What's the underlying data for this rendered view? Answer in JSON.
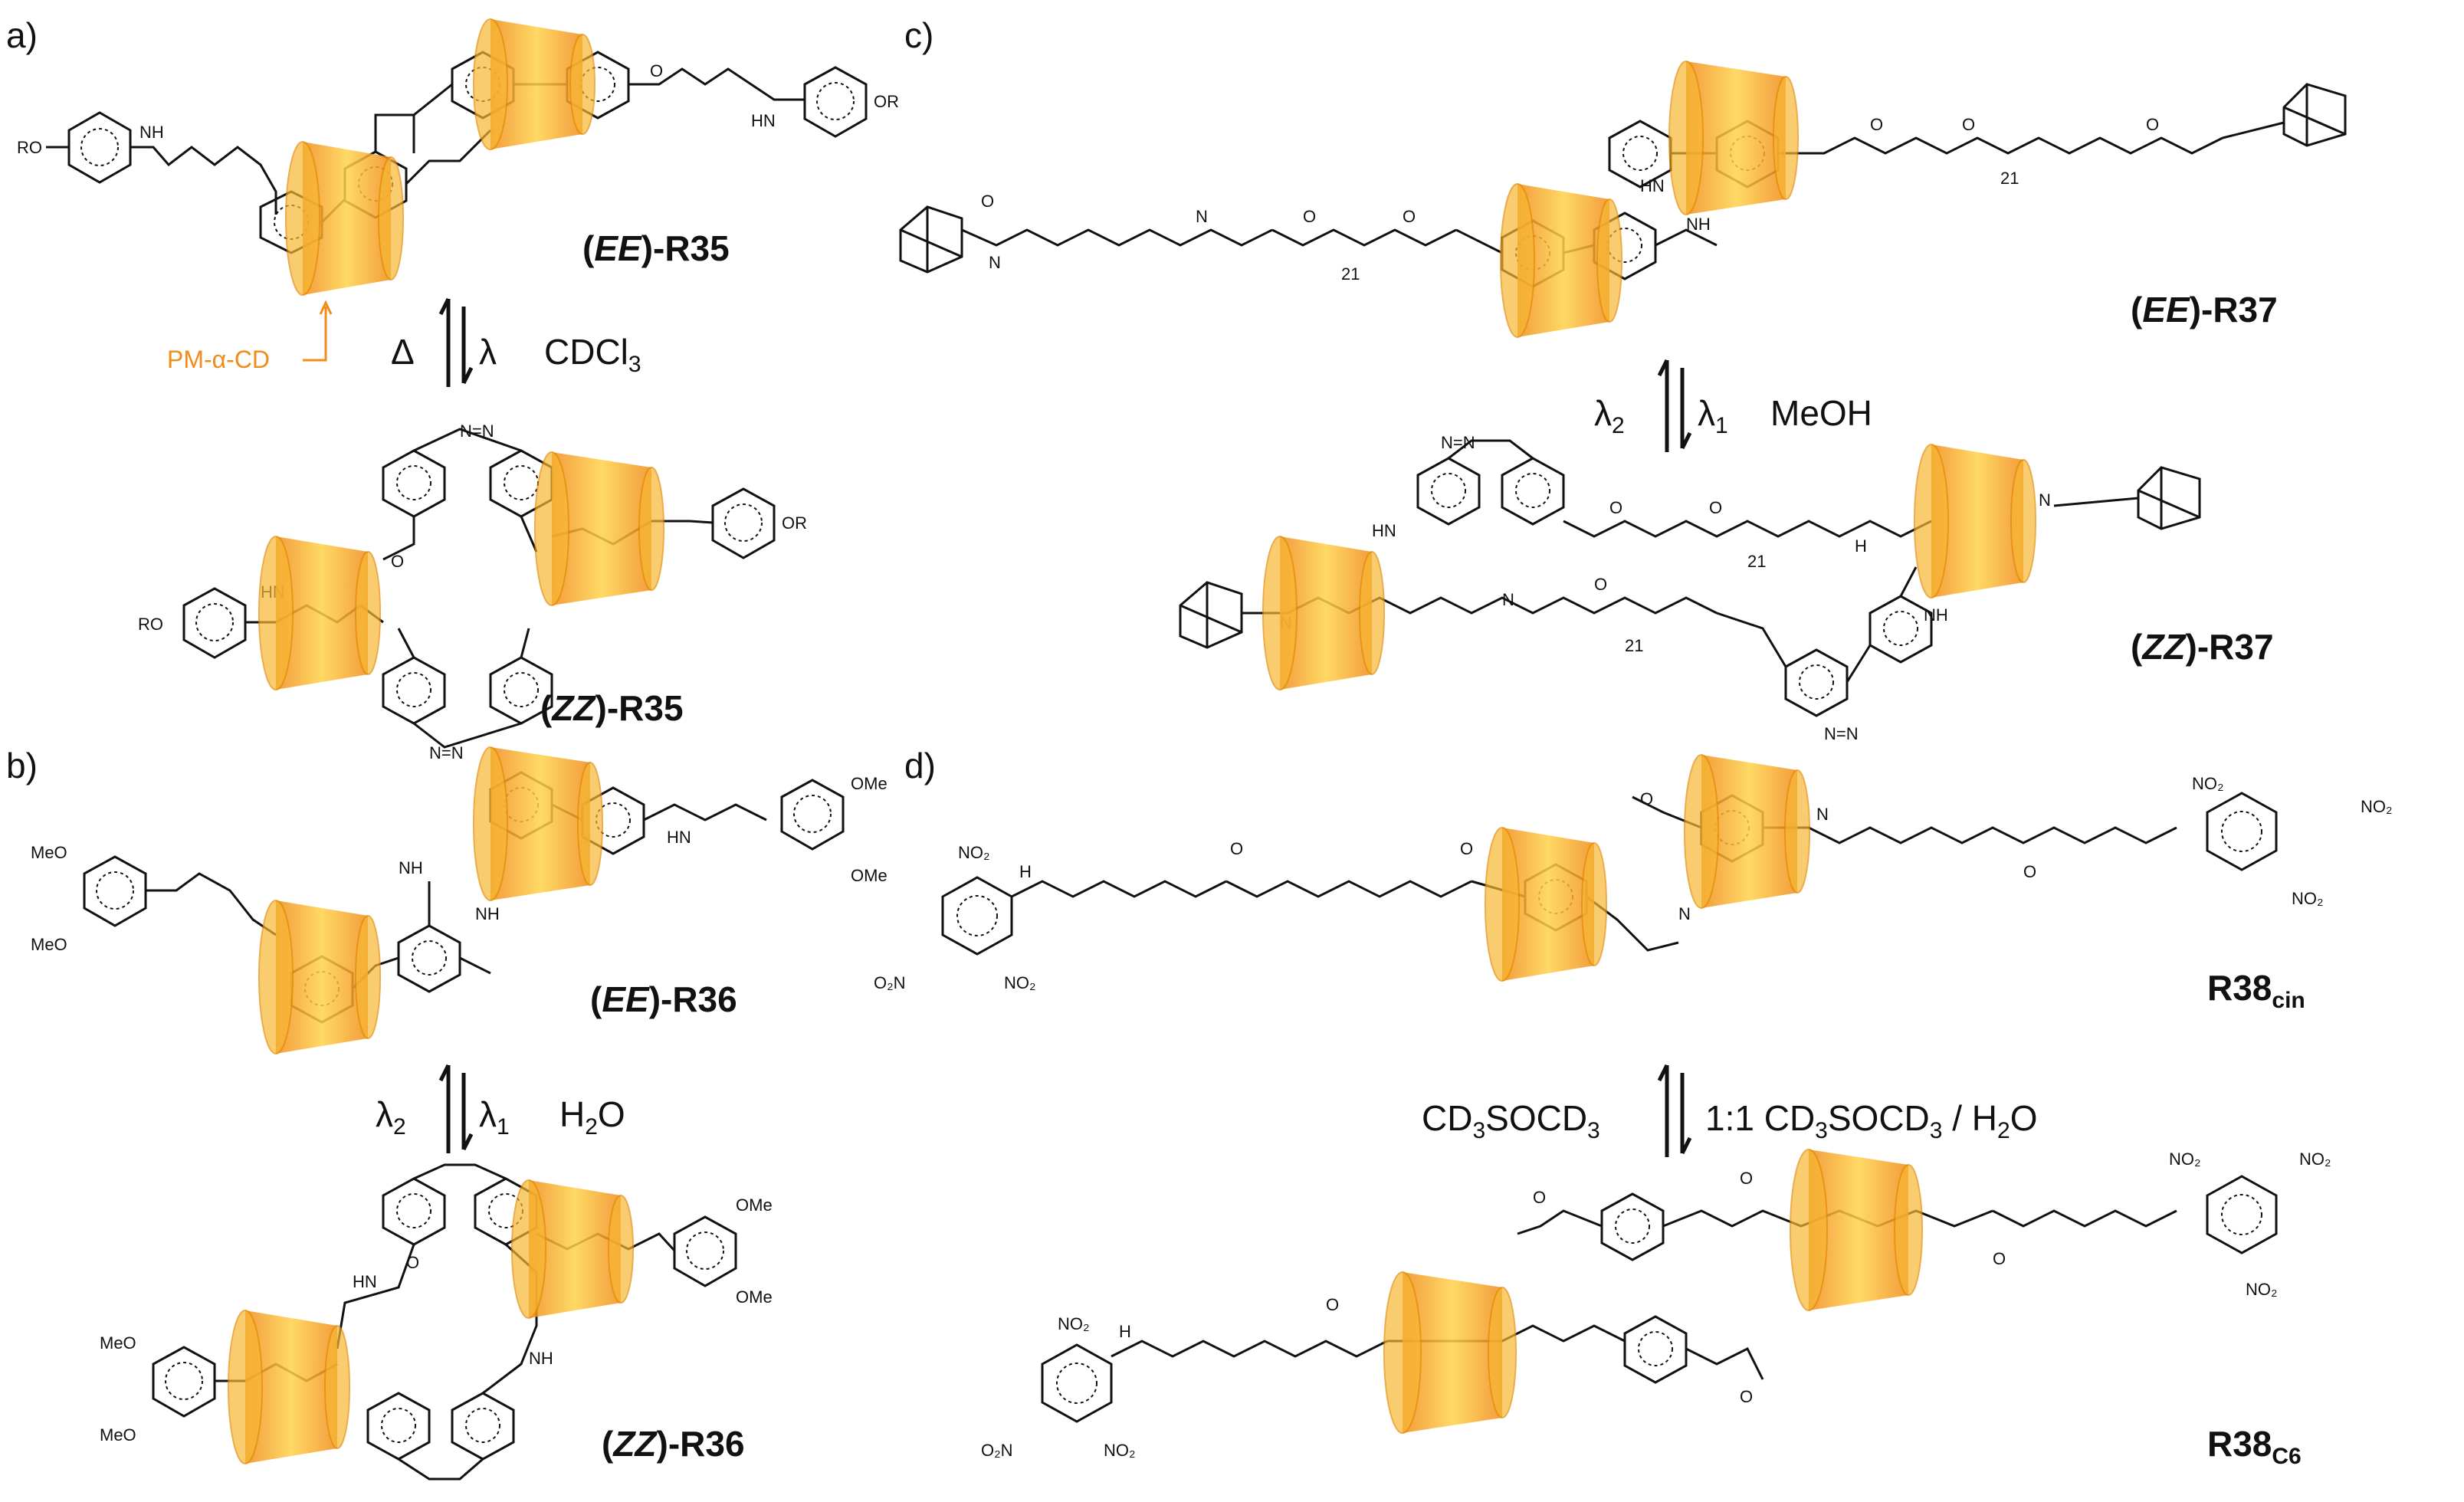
{
  "panels": {
    "a": "a)",
    "b": "b)",
    "c": "c)",
    "d": "d)"
  },
  "compounds": {
    "r35_ee_pre": "(",
    "r35_ee_iso": "EE",
    "r35_ee_post": ")-R35",
    "r35_zz_pre": "(",
    "r35_zz_iso": "ZZ",
    "r35_zz_post": ")-R35",
    "r36_ee_pre": "(",
    "r36_ee_iso": "EE",
    "r36_ee_post": ")-R36",
    "r36_zz_pre": "(",
    "r36_zz_iso": "ZZ",
    "r36_zz_post": ")-R36",
    "r37_ee_pre": "(",
    "r37_ee_iso": "EE",
    "r37_ee_post": ")-R37",
    "r37_zz_pre": "(",
    "r37_zz_iso": "ZZ",
    "r37_zz_post": ")-R37",
    "r38_cin": "R38",
    "r38_cin_sub": "cin",
    "r38_c6": "R38",
    "r38_c6_sub": "C6"
  },
  "conditions": {
    "a_left": "Δ",
    "a_right": "λ",
    "a_solvent": "CDCl",
    "a_solvent_sub": "3",
    "b_left": "λ",
    "b_left_sub": "2",
    "b_right": "λ",
    "b_right_sub": "1",
    "b_solvent": "H",
    "b_solvent_sub": "2",
    "b_solvent_tail": "O",
    "c_left": "λ",
    "c_left_sub": "2",
    "c_right": "λ",
    "c_right_sub": "1",
    "c_solvent": "MeOH",
    "d_left_a": "CD",
    "d_left_sub1": "3",
    "d_left_b": "SOCD",
    "d_left_sub2": "3",
    "d_right": "1:1 CD",
    "d_right_sub1": "3",
    "d_right_b": "SOCD",
    "d_right_sub2": "3",
    "d_right_c": " / H",
    "d_right_sub3": "2",
    "d_right_d": "O"
  },
  "callout": {
    "pmcd": "PM-α-CD"
  },
  "atoms": {
    "ro": "RO",
    "or": "OR",
    "nh": "NH",
    "hn": "HN",
    "n": "N",
    "h": "H",
    "o": "O",
    "meo": "MeO",
    "ome": "OMe",
    "no2": "NO₂",
    "o2n": "O₂N",
    "n_eq_n": "N=N",
    "n21": "21"
  },
  "colors": {
    "cd_orange": "#f4a020",
    "callout": "#f08c1a"
  }
}
